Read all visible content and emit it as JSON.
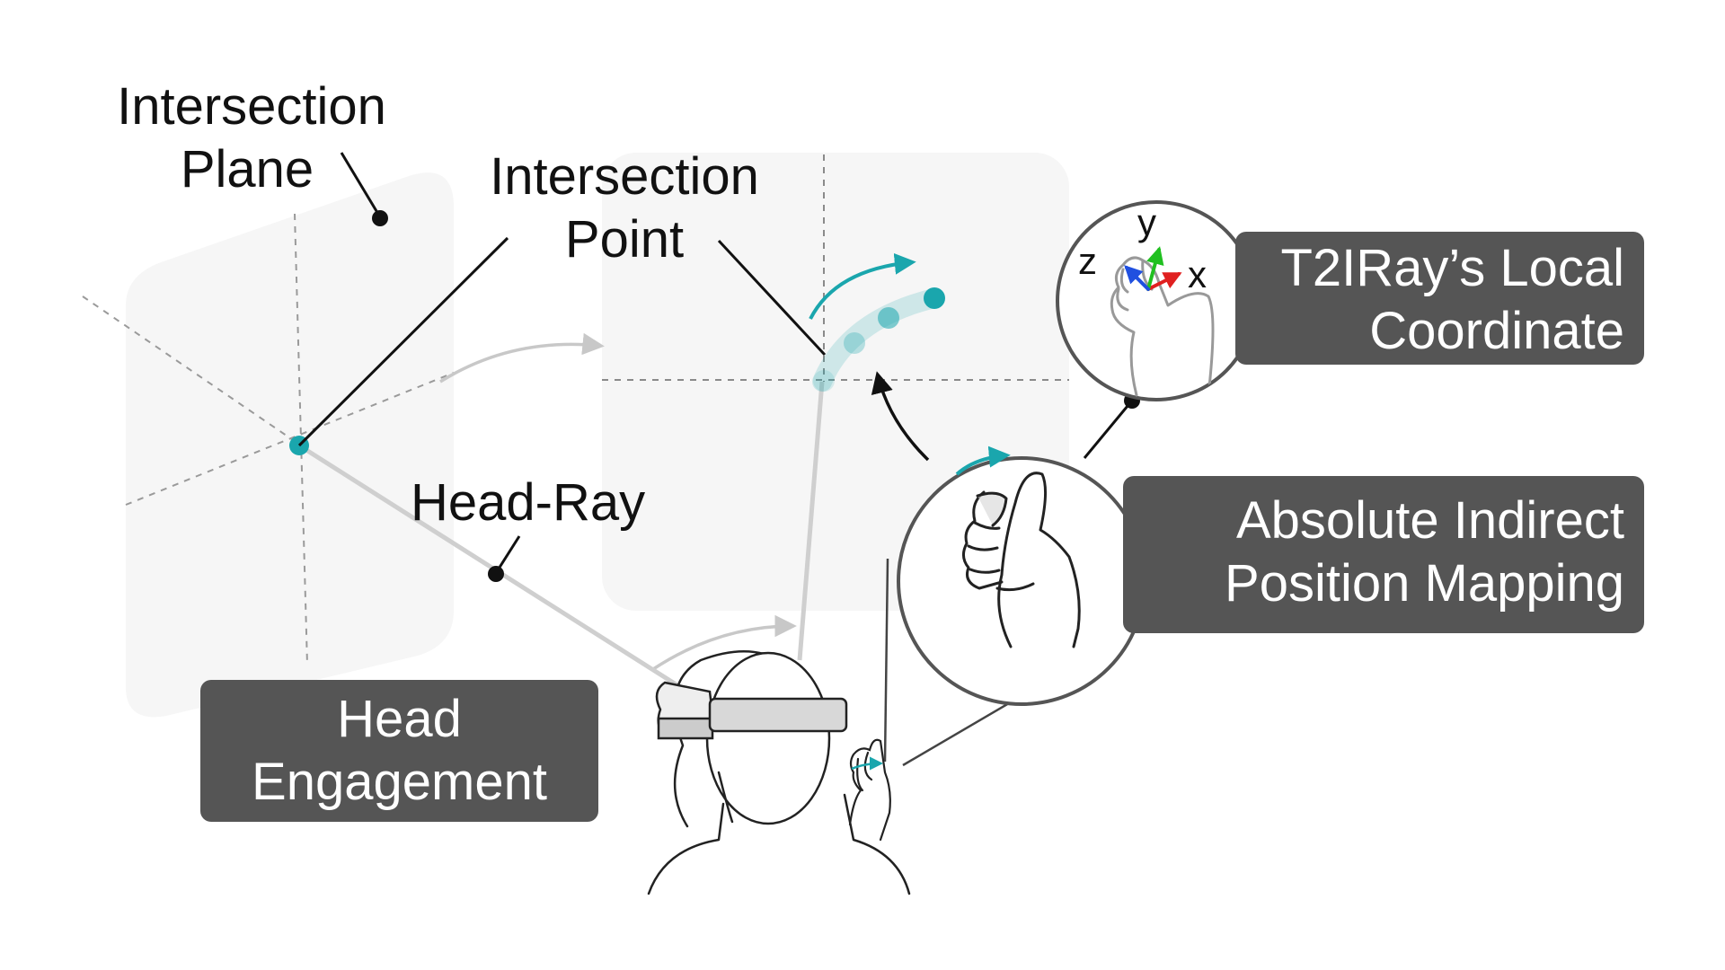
{
  "labels": {
    "intersection_plane": [
      "Intersection",
      "Plane"
    ],
    "intersection_point": [
      "Intersection",
      "Point"
    ],
    "head_ray": "Head-Ray",
    "head_engagement": [
      "Head",
      "Engagement"
    ],
    "local_coordinate": [
      "T2IRay’s  Local",
      "Coordinate"
    ],
    "position_mapping": [
      "Absolute Indirect",
      "Position Mapping"
    ]
  },
  "axes": {
    "x": "x",
    "y": "y",
    "z": "z"
  },
  "colors": {
    "accent_teal": "#1aa6ad",
    "box_fill": "#555555",
    "plane_fill": "#f6f6f6",
    "axis_x": "#e02020",
    "axis_y": "#20c020",
    "axis_z": "#2050e0",
    "ray_gray": "#cccccc"
  },
  "icons": [
    "vr-headset-user",
    "hand-thumb-gesture",
    "hand-local-coordinate",
    "trajectory-arrow"
  ]
}
